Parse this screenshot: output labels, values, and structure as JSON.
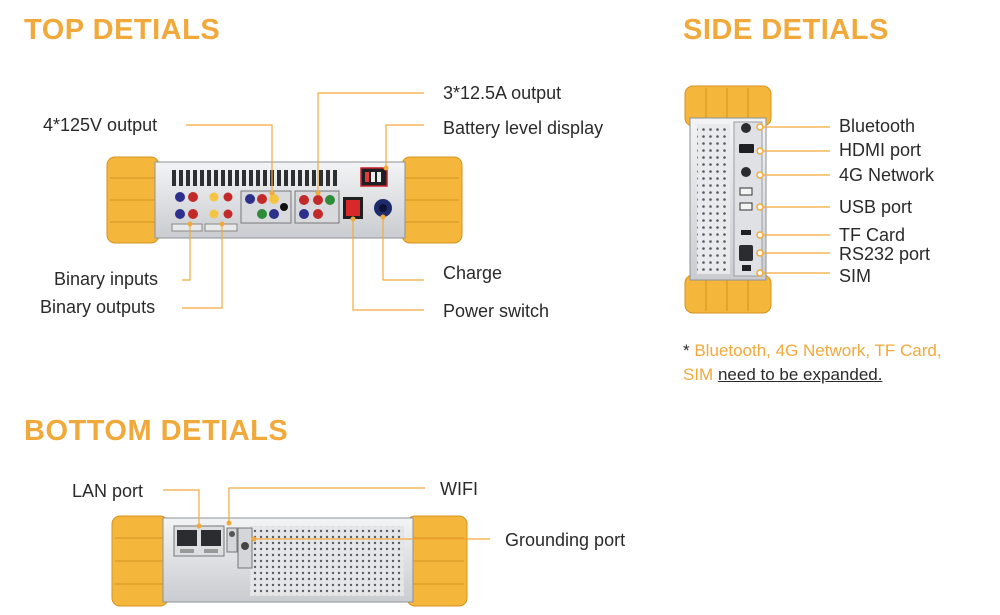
{
  "headings": {
    "top": "TOP DETIALS",
    "side": "SIDE DETIALS",
    "bottom": "BOTTOM DETIALS"
  },
  "top_labels": {
    "output_125v": "4*125V output",
    "output_12_5a": "3*12.5A output",
    "battery": "Battery level display",
    "binary_inputs": "Binary inputs",
    "binary_outputs": "Binary outputs",
    "charge": "Charge",
    "power_switch": "Power switch"
  },
  "side_labels": {
    "bluetooth": "Bluetooth",
    "hdmi": "HDMI port",
    "network_4g": "4G Network",
    "usb": "USB port",
    "tf_card": "TF Card",
    "rs232": "RS232 port",
    "sim": "SIM"
  },
  "note": {
    "star": "* ",
    "highlight_line1": "Bluetooth, 4G Network, TF Card,",
    "highlight_line2": "SIM",
    "underlined": "need to be expanded."
  },
  "bottom_labels": {
    "lan": "LAN port",
    "wifi": "WIFI",
    "grounding": "Grounding port"
  },
  "colors": {
    "accent": "#f2a93b",
    "bumper": "#f5b73b",
    "leader": "#f2a93b",
    "text": "#2a2a2a"
  }
}
